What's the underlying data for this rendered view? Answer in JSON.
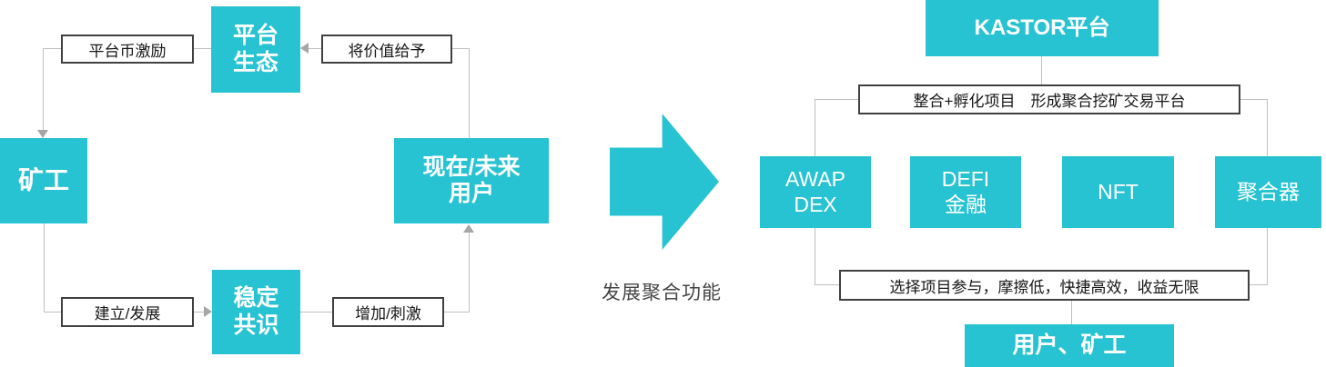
{
  "colors": {
    "accent_cyan": "#28c3d2",
    "label_border": "#404040",
    "connector_line": "#bfbfbf",
    "arrowhead": "#a6a6a6",
    "caption_text": "#454545",
    "box_text": "#ffffff"
  },
  "left_diagram": {
    "nodes": {
      "platform_ecosystem": {
        "label": "平台\n生态"
      },
      "miner": {
        "label": "矿工"
      },
      "current_future_users": {
        "label": "现在/未来\n用户"
      },
      "stable_consensus": {
        "label": "稳定\n共识"
      }
    },
    "edge_labels": {
      "platform_coin_incentive": "平台币激励",
      "give_value": "将价值给予",
      "establish_develop": "建立/发展",
      "increase_stimulate": "增加/刺激"
    }
  },
  "transition_arrow": {
    "label": "发展聚合功能"
  },
  "right_diagram": {
    "root": {
      "label": "KASTOR平台"
    },
    "integrate_label": "整合+孵化项目　形成聚合挖矿交易平台",
    "children": {
      "awap_dex": {
        "label": "AWAP\nDEX"
      },
      "defi_finance": {
        "label": "DEFI\n金融"
      },
      "nft": {
        "label": "NFT"
      },
      "aggregator": {
        "label": "聚合器"
      }
    },
    "select_label": "选择项目参与，摩擦低，快捷高效，收益无限",
    "bottom": {
      "label": "用户、矿工"
    }
  }
}
